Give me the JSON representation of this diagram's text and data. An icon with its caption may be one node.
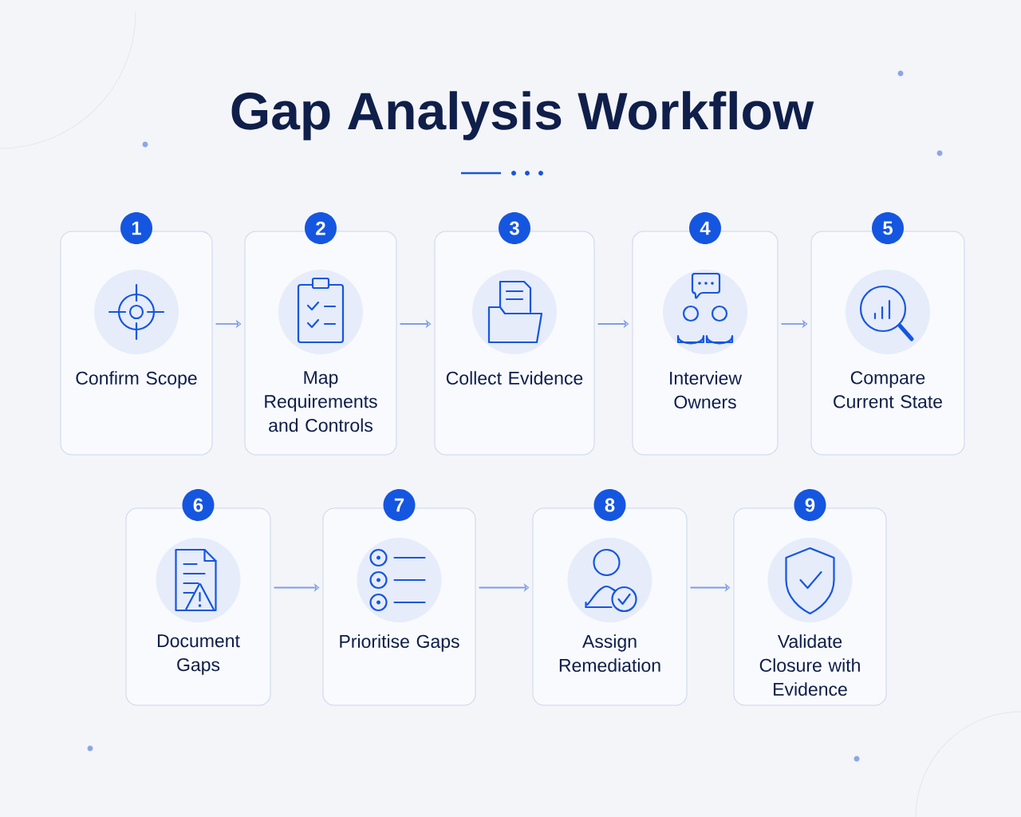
{
  "diagram": {
    "title": "Gap Analysis Workflow",
    "nodes": [
      {
        "text": [
          "1",
          "Confirm Scope"
        ]
      },
      {
        "text": [
          "2",
          "Map Requirements and Controls"
        ]
      },
      {
        "text": [
          "3",
          "Collect Evidence"
        ]
      },
      {
        "text": [
          "4",
          "Interview Owners"
        ]
      },
      {
        "text": [
          "5",
          "Compare Current State"
        ]
      },
      {
        "text": [
          "6",
          "Document Gaps"
        ]
      },
      {
        "text": [
          "7",
          "Prioritise Gaps"
        ]
      },
      {
        "text": [
          "8",
          "Assign Remediation"
        ]
      },
      {
        "text": [
          "9",
          "Validate Closure with Evidence"
        ]
      }
    ],
    "edges": [
      {
        "from": 0,
        "to": 1,
        "arrow": "to"
      },
      {
        "from": 1,
        "to": 2,
        "arrow": "to"
      },
      {
        "from": 2,
        "to": 3,
        "arrow": "to"
      },
      {
        "from": 3,
        "to": 4,
        "arrow": "to"
      },
      {
        "from": 5,
        "to": 6,
        "arrow": "to"
      },
      {
        "from": 6,
        "to": 7,
        "arrow": "to"
      },
      {
        "from": 7,
        "to": 8,
        "arrow": "to"
      }
    ]
  }
}
